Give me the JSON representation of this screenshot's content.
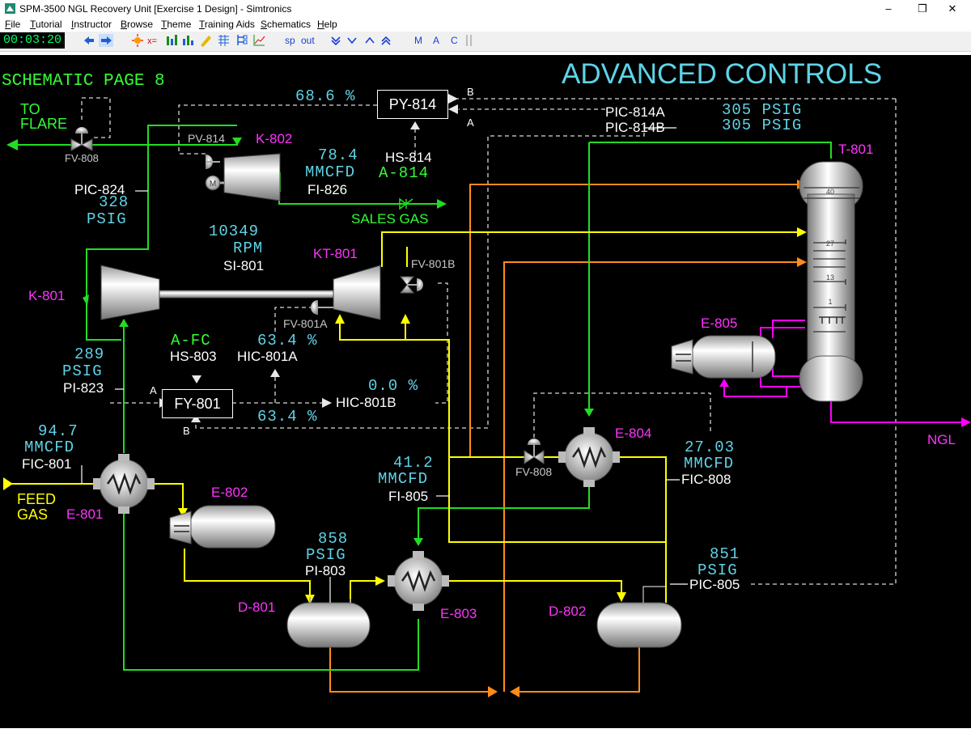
{
  "window": {
    "title": "SPM-3500 NGL Recovery Unit [Exercise 1 Design] - Simtronics",
    "min_symbol": "–",
    "max_symbol": "❒",
    "close_symbol": "✕"
  },
  "menu": [
    {
      "u": "F",
      "rest": "ile"
    },
    {
      "u": "T",
      "rest": "utorial"
    },
    {
      "u": "I",
      "rest": "nstructor"
    },
    {
      "u": "B",
      "rest": "rowse"
    },
    {
      "u": "T",
      "rest": "heme"
    },
    {
      "u": "T",
      "rest": "raining Aids"
    },
    {
      "u": "S",
      "rest": "chematics"
    },
    {
      "u": "H",
      "rest": "elp"
    }
  ],
  "toolbar": {
    "clock": "00:03:20",
    "sp": "sp",
    "out": "out",
    "m": "M",
    "a": "A",
    "c": "C"
  },
  "schematic": {
    "page_label": "SCHEMATIC PAGE 8",
    "title": "ADVANCED CONTROLS",
    "to_flare": "TO\nFLARE",
    "fv808_top": "FV-808",
    "pic824": "PIC-824",
    "pic824_value": "328",
    "pic824_unit": "PSIG",
    "py814": "PY-814",
    "py814_value": "68.6 %",
    "py814_b": "B",
    "py814_a": "A",
    "hs814": "HS-814",
    "hs814_mode": "A-814",
    "pv814": "PV-814",
    "k802": "K-802",
    "fi826_value": "78.4",
    "fi826_unit": "MMCFD",
    "fi826": "FI-826",
    "sales_gas": "SALES GAS",
    "pic814a": "PIC-814A",
    "pic814b": "PIC-814B",
    "pic814a_value": "305 PSIG",
    "pic814b_value": "305 PSIG",
    "t801": "T-801",
    "tray40": "40",
    "tray27": "27",
    "tray13": "13",
    "tray1": "1",
    "si801_value": "10349",
    "si801_unit": "RPM",
    "si801": "SI-801",
    "kt801": "KT-801",
    "fv801b": "FV-801B",
    "fv801a": "FV-801A",
    "k801": "K-801",
    "hs803_mode": "A-FC",
    "hs803": "HS-803",
    "hic801a_value": "63.4 %",
    "hic801a": "HIC-801A",
    "pi823_value": "289",
    "pi823_unit": "PSIG",
    "pi823": "PI-823",
    "fy801": "FY-801",
    "fy801_a": "A",
    "fy801_b": "B",
    "hic801b_value": "0.0 %",
    "hic801b": "HIC-801B",
    "fy801_out": "63.4 %",
    "e805": "E-805",
    "fic801_value": "94.7",
    "fic801_unit": "MMCFD",
    "fic801": "FIC-801",
    "feed_gas": "FEED\nGAS",
    "e801": "E-801",
    "e802": "E-802",
    "fi805_value": "41.2",
    "fi805_unit": "MMCFD",
    "fi805": "FI-805",
    "fv808_mid": "FV-808",
    "e804": "E-804",
    "fic808_value": "27.03",
    "fic808_unit": "MMCFD",
    "fic808": "FIC-808",
    "ngl": "NGL",
    "pi803_value": "858",
    "pi803_unit": "PSIG",
    "pi803": "PI-803",
    "d801": "D-801",
    "e803": "E-803",
    "d802": "D-802",
    "pic805_value": "851",
    "pic805_unit": "PSIG",
    "pic805": "PIC-805"
  },
  "colors": {
    "canvas_bg": "#000000",
    "gas_line": "#22dd22",
    "feed_line": "#ffff00",
    "liquid_line": "#ff8800",
    "ngl_line": "#ff00ff",
    "signal_line": "#ffffff",
    "value_text": "#5fd3e6",
    "equipment_tag": "#ff33ff"
  },
  "icons": [
    "app-icon",
    "back-arrow-icon",
    "forward-arrow-icon",
    "trend-icon",
    "alarm-icon",
    "bargraph-icon",
    "pen-icon",
    "grid-icon",
    "tree-icon",
    "sp-arrow-icon",
    "chevron-down-icon",
    "chevron-up-icon"
  ]
}
